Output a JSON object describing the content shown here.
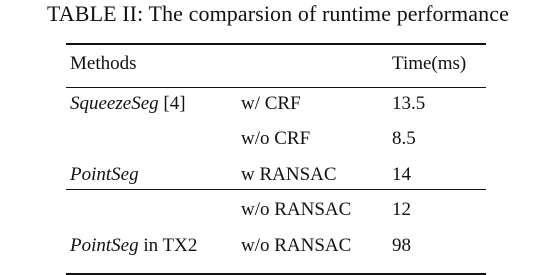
{
  "caption": "TABLE II: The comparsion of runtime performance",
  "table": {
    "headers": {
      "method": "Methods",
      "setting": "",
      "time": "Time(ms)"
    },
    "rows": [
      {
        "method": "SqueezeSeg",
        "method_suffix": " [4]",
        "setting": "w/ CRF",
        "time": "13.5"
      },
      {
        "method": "",
        "method_suffix": "",
        "setting": "w/o CRF",
        "time": "8.5"
      },
      {
        "method": "PointSeg",
        "method_suffix": "",
        "setting": "w RANSAC",
        "time": "14"
      },
      {
        "method": "",
        "method_suffix": "",
        "setting": "w/o RANSAC",
        "time": "12"
      },
      {
        "method": "PointSeg",
        "method_suffix": " in TX2",
        "setting": "w/o RANSAC",
        "time": "98"
      }
    ]
  }
}
